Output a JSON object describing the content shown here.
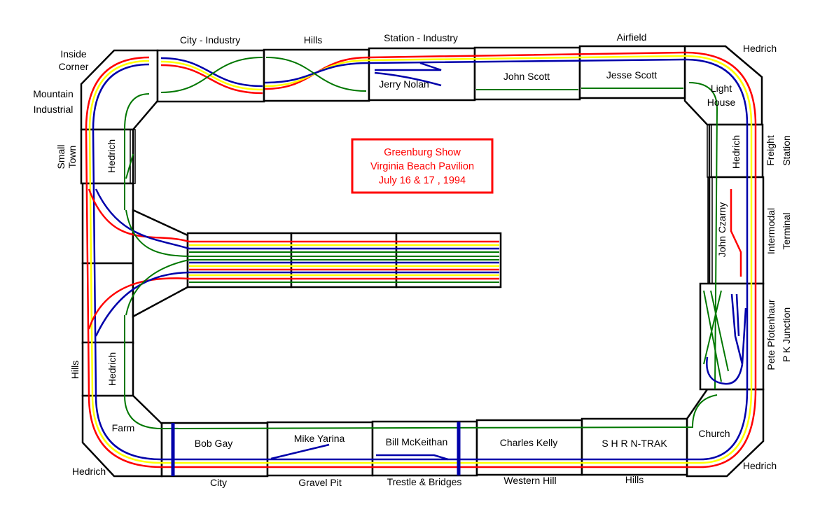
{
  "title_box": {
    "line1": "Greenburg Show",
    "line2": "Virginia Beach Pavilion",
    "line3": "July 16 & 17 , 1994",
    "color": "#ff0000"
  },
  "track_colors": {
    "outer": "#ff0000",
    "second": "#ffff00",
    "third": "#0000aa",
    "inner": "#007700"
  },
  "top": {
    "corner_left": [
      "Inside",
      "Corner"
    ],
    "mountain": [
      "Mountain",
      "Industrial"
    ],
    "modules": [
      "City - Industry",
      "Hills",
      "Station - Industry",
      "Airfield"
    ],
    "jerry": "Jerry Nolan",
    "john_scott": "John Scott",
    "jesse_scott": "Jesse Scott",
    "corner_right": "Hedrich",
    "lighthouse": [
      "Light",
      "House"
    ]
  },
  "left": {
    "small_town": [
      "Small",
      "Town"
    ],
    "hedrich1": "Hedrich",
    "hills": "Hills",
    "hedrich2": "Hedrich",
    "farm": "Farm",
    "corner_bottom": "Hedrich"
  },
  "right": {
    "freight": [
      "Freight",
      "Station"
    ],
    "hedrich": "Hedrich",
    "intermodal": [
      "Intermodal",
      "Terminal"
    ],
    "john_czarny": "John Czarny",
    "pete": "Pete Pfotenhaur",
    "pk": "P K   Junction",
    "church": "Church",
    "corner_bottom": "Hedrich"
  },
  "bottom": {
    "owners": [
      "Bob Gay",
      "Mike Yarina",
      "Bill McKeithan",
      "Charles Kelly",
      "S H R   N-TRAK"
    ],
    "labels": [
      "City",
      "Gravel Pit",
      "Trestle & Bridges",
      "Western Hill",
      "Hills"
    ]
  }
}
